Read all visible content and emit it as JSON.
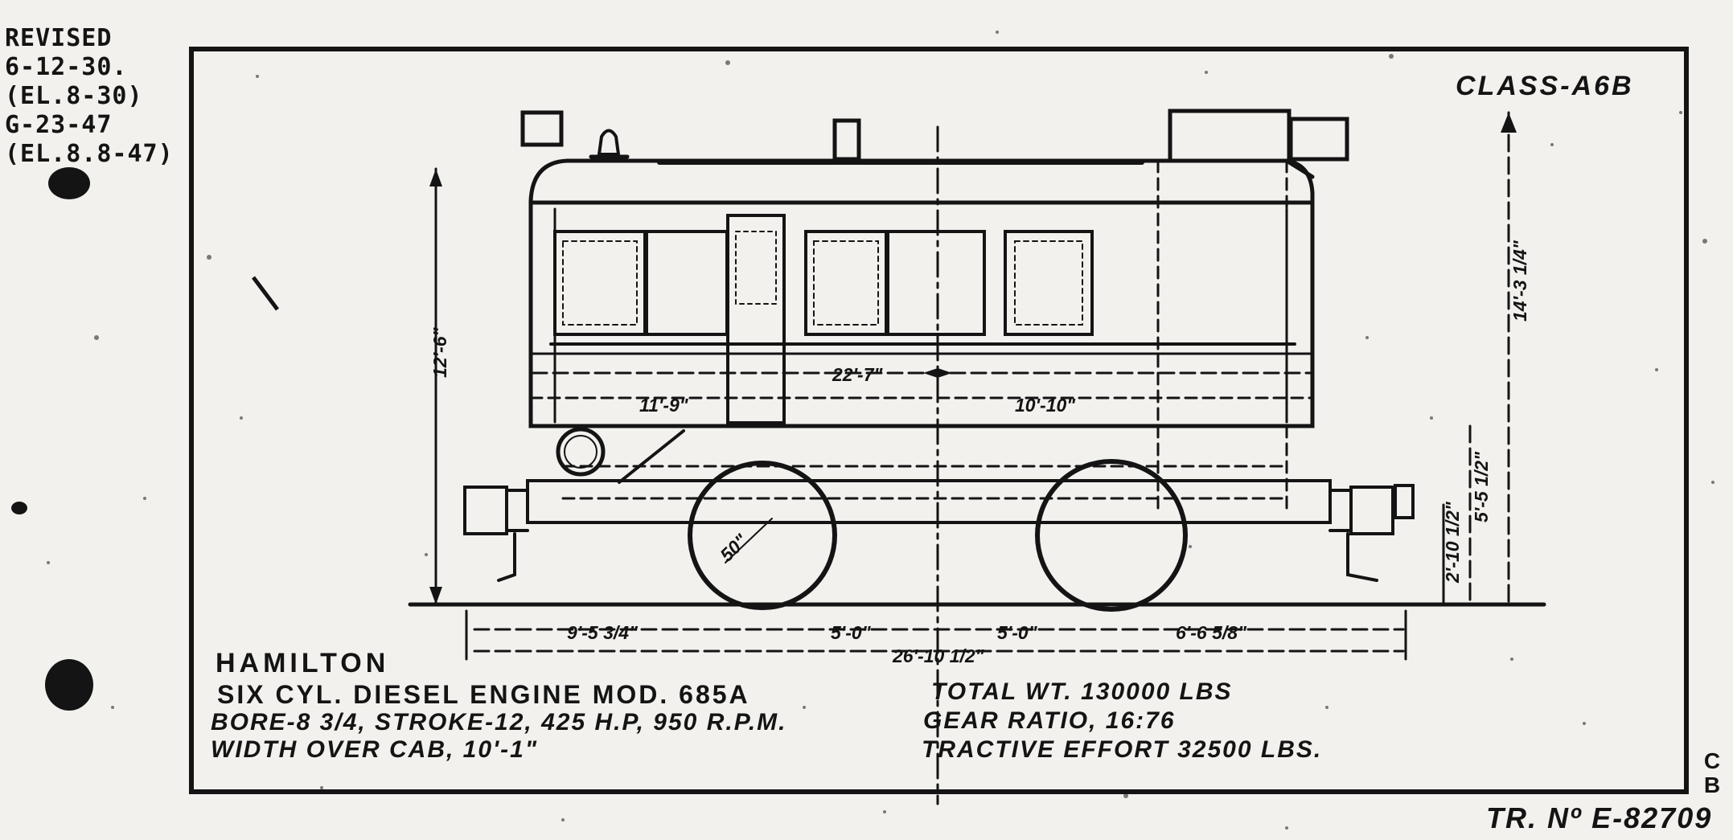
{
  "revision_stamp": [
    "REVISED",
    "6-12-30.",
    "(EL.8-30)",
    "G-23-47",
    "(EL.8.8-47)"
  ],
  "class_label": "CLASS-A6B",
  "dimensions": {
    "overall_length": "22'-7\"",
    "front_to_center": "11'-9\"",
    "center_to_rear": "10'-10\"",
    "height_cab": "12'-6\"",
    "height_overall": "14'-3 1/4\"",
    "height_frame": "5'-5 1/2\"",
    "height_coupler": "2'-10 1/2\"",
    "wheel_dia": "50\"",
    "front_overhang": "9'-5 3/4\"",
    "half_wheelbase_a": "5'-0\"",
    "half_wheelbase_b": "5'-0\"",
    "rear_overhang": "6'-6 5/8\"",
    "total_length": "26'-10 1/2\""
  },
  "engine": {
    "maker": "HAMILTON",
    "line1": "SIX CYL. DIESEL ENGINE MOD. 685A",
    "line2": "BORE-8 3/4, STROKE-12, 425 H.P, 950 R.P.M.",
    "line3": "WIDTH OVER CAB, 10'-1\""
  },
  "specs": {
    "total_weight": "TOTAL WT. 130000 LBS",
    "gear_ratio": "GEAR RATIO, 16:76",
    "tractive_effort": "TRACTIVE EFFORT 32500 LBS."
  },
  "drawing_number": "TR. Nº E-82709",
  "corner_mark": "C B",
  "colors": {
    "ink": "#141414",
    "paper": "#f2f1ee"
  }
}
